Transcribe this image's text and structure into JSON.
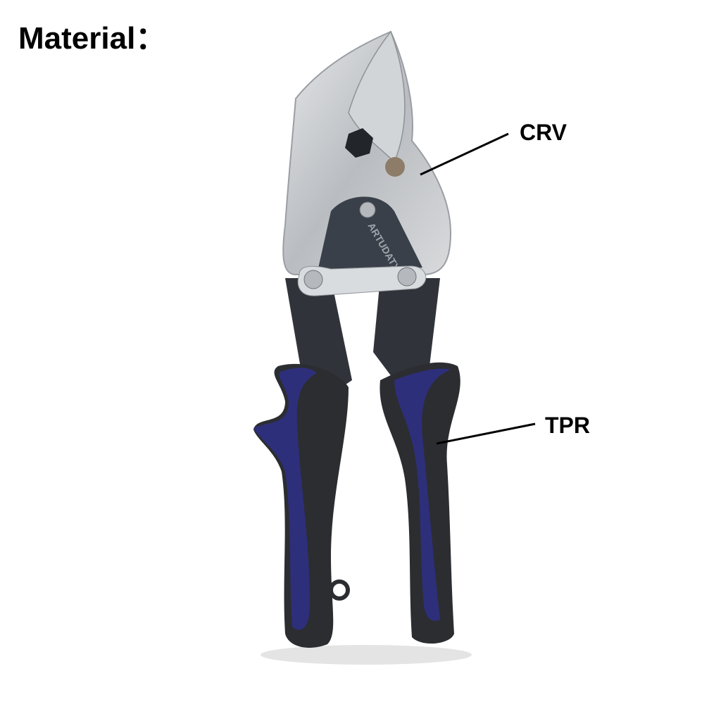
{
  "title": "Material：",
  "callouts": [
    {
      "label": "CRV"
    },
    {
      "label": "TPR"
    }
  ],
  "product": {
    "logo_text": "ARTUDATX"
  },
  "colors": {
    "steel": "#c9ccce",
    "black_plate": "#3a4049",
    "grip_blue": "#2e2f7a",
    "grip_black": "#2b2d31"
  }
}
